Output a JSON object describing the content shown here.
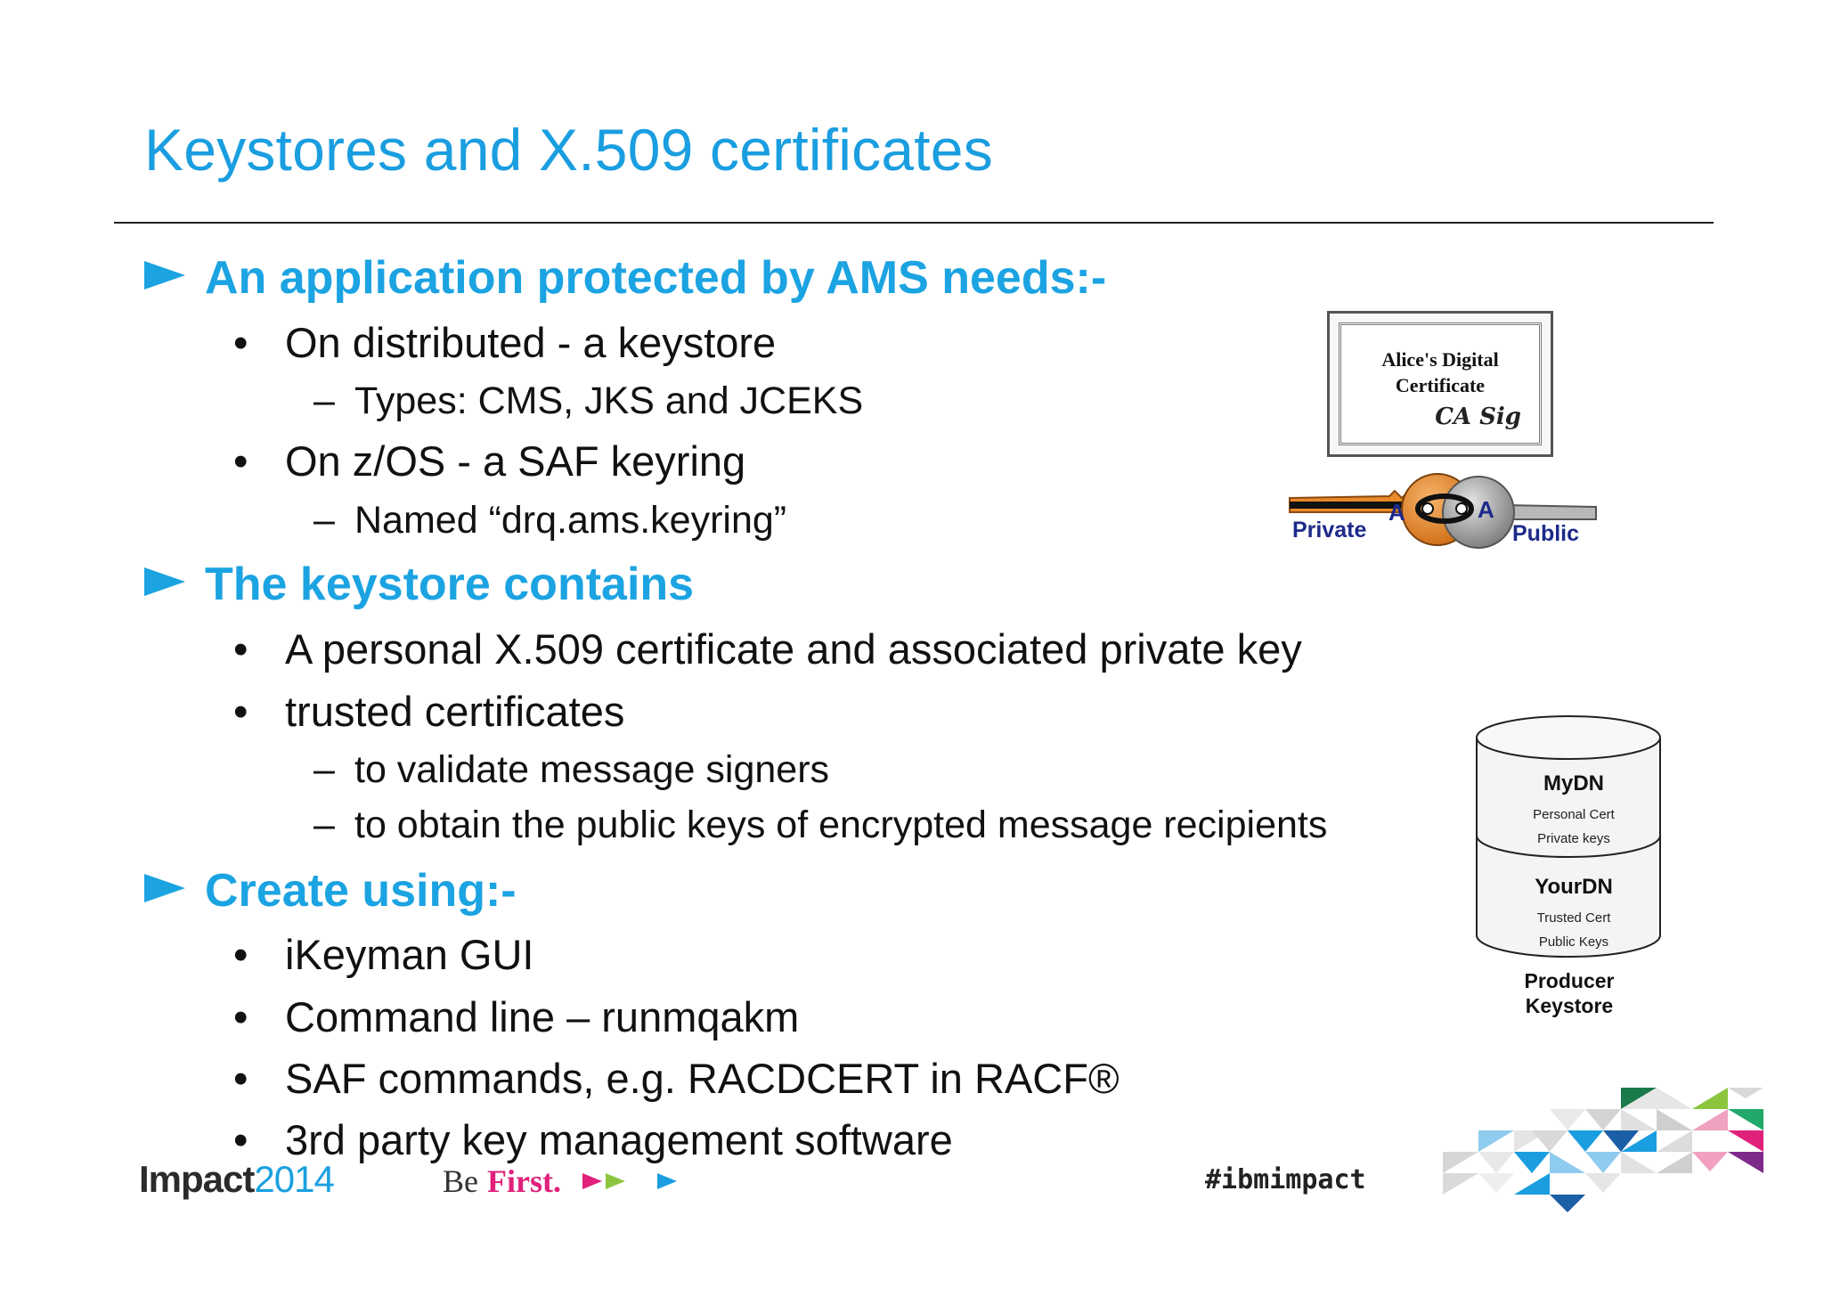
{
  "slide": {
    "title": "Keystores and X.509 certificates",
    "sections": [
      {
        "heading": "An application protected by AMS needs:-",
        "items": [
          {
            "text": "On distributed - a keystore",
            "sub": [
              "Types: CMS, JKS and JCEKS"
            ]
          },
          {
            "text": "On z/OS - a SAF keyring",
            "sub": [
              "Named “drq.ams.keyring”"
            ]
          }
        ]
      },
      {
        "heading": "The keystore contains",
        "items": [
          {
            "text": "A personal X.509 certificate and associated private key",
            "sub": []
          },
          {
            "text": "trusted certificates",
            "sub": [
              "to validate message signers",
              "to obtain the public keys of encrypted message recipients"
            ]
          }
        ]
      },
      {
        "heading": "Create using:-",
        "items": [
          {
            "text": "iKeyman GUI",
            "sub": []
          },
          {
            "text": "Command line – runmqakm",
            "sub": []
          },
          {
            "text": "SAF commands, e.g. RACDCERT in RACF®",
            "sub": []
          },
          {
            "text": "3rd party key management software",
            "sub": []
          }
        ]
      }
    ]
  },
  "certificate": {
    "title_line1": "Alice's Digital",
    "title_line2": "Certificate",
    "signature": "CA Sig",
    "private_label": "Private",
    "public_label": "Public",
    "private_letter": "A",
    "public_letter": "A"
  },
  "keystore": {
    "top": {
      "dn": "MyDN",
      "line1": "Personal Cert",
      "line2": "Private keys"
    },
    "bottom": {
      "dn": "YourDN",
      "line1": "Trusted Cert",
      "line2": "Public Keys"
    },
    "caption_line1": "Producer",
    "caption_line2": "Keystore"
  },
  "footer": {
    "impact": "Impact",
    "year": "2014",
    "be": "Be",
    "first": "First.",
    "hashtag": "#ibmimpact"
  },
  "colors": {
    "title": "#1a9ee0",
    "heading": "#1ba3e2",
    "key_private": "#e8892a",
    "key_public": "#8a8a8a",
    "key_label": "#1d2a8a",
    "pink": "#e0207a"
  }
}
